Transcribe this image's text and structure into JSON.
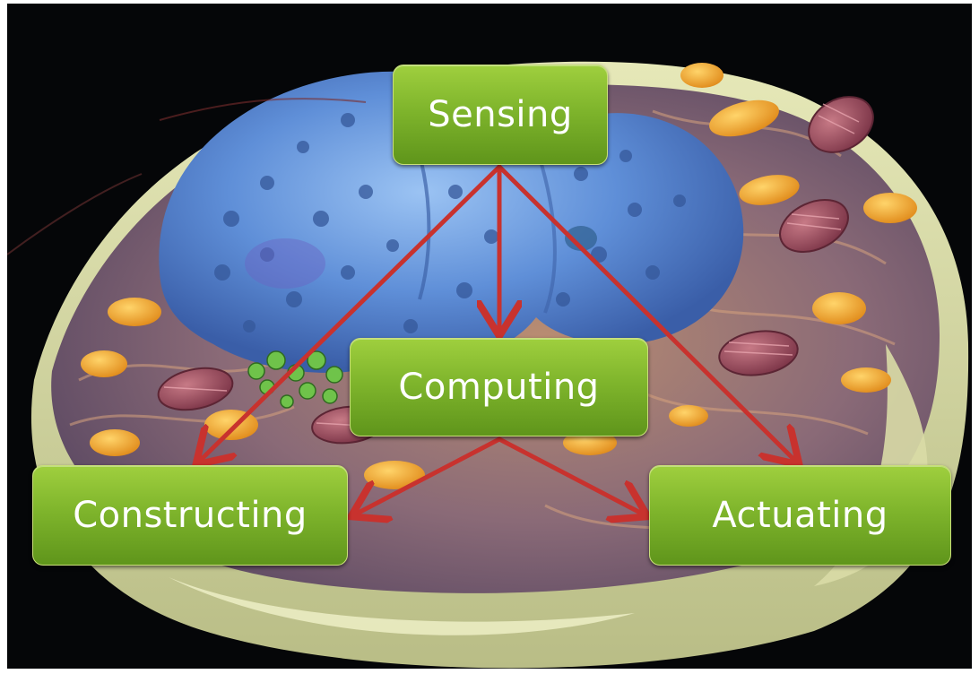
{
  "diagram": {
    "nodes": {
      "sensing": "Sensing",
      "computing": "Computing",
      "constructing": "Constructing",
      "actuating": "Actuating"
    },
    "edges": [
      {
        "from": "Sensing",
        "to": "Computing"
      },
      {
        "from": "Sensing",
        "to": "Constructing"
      },
      {
        "from": "Sensing",
        "to": "Actuating"
      },
      {
        "from": "Computing",
        "to": "Constructing"
      },
      {
        "from": "Computing",
        "to": "Actuating"
      }
    ],
    "colors": {
      "node_fill": "#7fb52c",
      "node_text": "#ffffff",
      "arrow": "#c8322e",
      "background": "#050608"
    },
    "background_image": "cell-illustration"
  }
}
